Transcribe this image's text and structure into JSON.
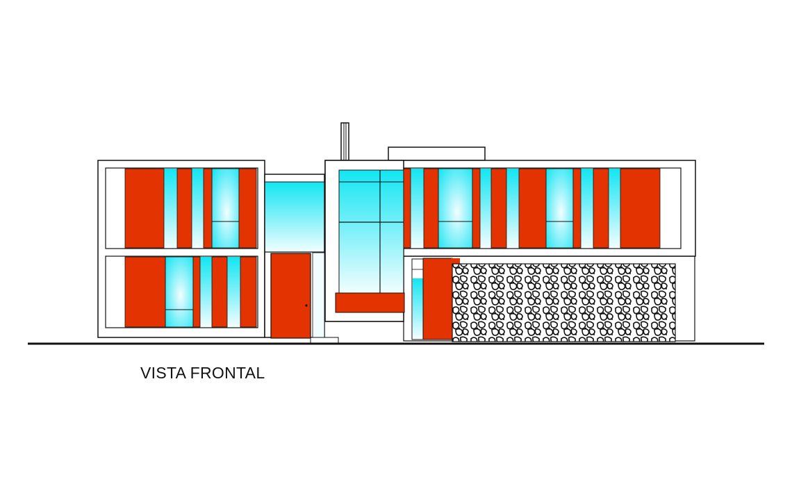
{
  "caption": "VISTA FRONTAL",
  "colors": {
    "panel": "#e33300",
    "glass": "#12e6f2",
    "glass_light": "#eafcff",
    "line": "#111111",
    "wall": "#ffffff"
  },
  "elements": {
    "stone_wall": "stone-wall-texture",
    "chimney": "chimney",
    "door_handle": "door-handle"
  }
}
